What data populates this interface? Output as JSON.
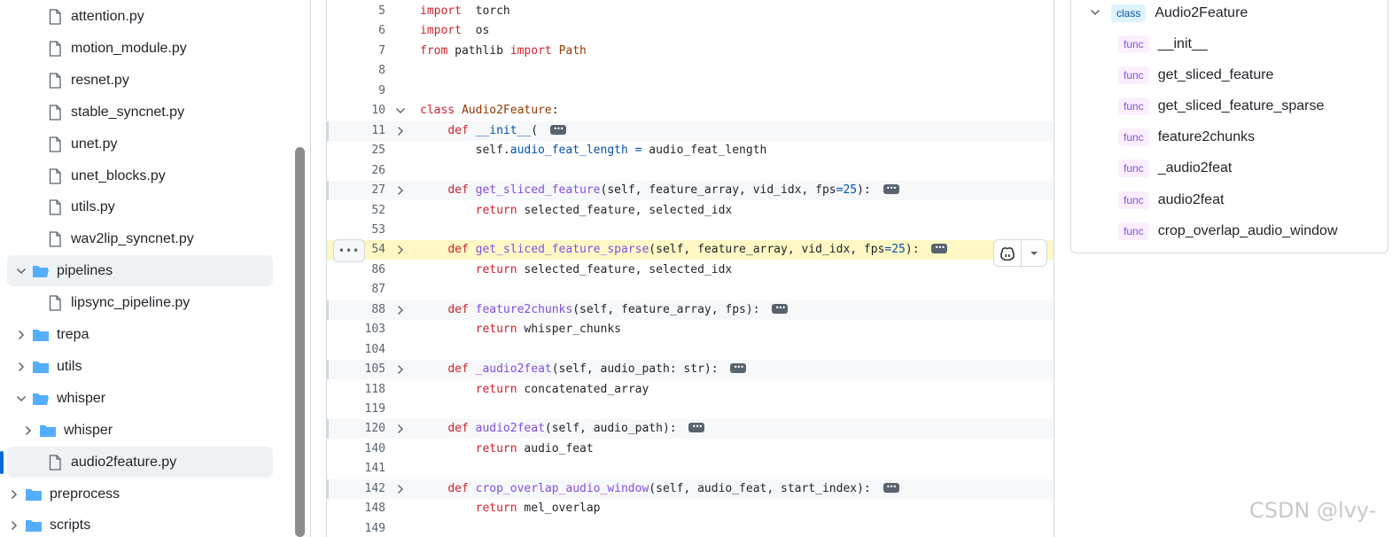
{
  "tree": {
    "items": [
      {
        "label": "attention.py",
        "kind": "file",
        "depth": 2,
        "expanded": false,
        "highlight": false
      },
      {
        "label": "motion_module.py",
        "kind": "file",
        "depth": 2,
        "expanded": false,
        "highlight": false
      },
      {
        "label": "resnet.py",
        "kind": "file",
        "depth": 2,
        "expanded": false,
        "highlight": false
      },
      {
        "label": "stable_syncnet.py",
        "kind": "file",
        "depth": 2,
        "expanded": false,
        "highlight": false
      },
      {
        "label": "unet.py",
        "kind": "file",
        "depth": 2,
        "expanded": false,
        "highlight": false
      },
      {
        "label": "unet_blocks.py",
        "kind": "file",
        "depth": 2,
        "expanded": false,
        "highlight": false
      },
      {
        "label": "utils.py",
        "kind": "file",
        "depth": 2,
        "expanded": false,
        "highlight": false
      },
      {
        "label": "wav2lip_syncnet.py",
        "kind": "file",
        "depth": 2,
        "expanded": false,
        "highlight": false
      },
      {
        "label": "pipelines",
        "kind": "folder",
        "depth": 1,
        "expanded": true,
        "highlight": true
      },
      {
        "label": "lipsync_pipeline.py",
        "kind": "file",
        "depth": 2,
        "expanded": false,
        "highlight": false
      },
      {
        "label": "trepa",
        "kind": "folder",
        "depth": 1,
        "expanded": false,
        "highlight": false
      },
      {
        "label": "utils",
        "kind": "folder",
        "depth": 1,
        "expanded": false,
        "highlight": false
      },
      {
        "label": "whisper",
        "kind": "folder",
        "depth": 1,
        "expanded": true,
        "highlight": false
      },
      {
        "label": "whisper",
        "kind": "folder",
        "depth": 2,
        "expanded": false,
        "highlight": false
      },
      {
        "label": "audio2feature.py",
        "kind": "file",
        "depth": 2,
        "expanded": false,
        "highlight": true
      },
      {
        "label": "preprocess",
        "kind": "folder",
        "depth": 0,
        "expanded": false,
        "highlight": false
      },
      {
        "label": "scripts",
        "kind": "folder",
        "depth": 0,
        "expanded": false,
        "highlight": false
      }
    ]
  },
  "code": {
    "lines": [
      {
        "n": "5",
        "fold": "",
        "style": "",
        "tokens": [
          [
            "kw",
            "import"
          ],
          [
            "",
            "  torch"
          ]
        ]
      },
      {
        "n": "6",
        "fold": "",
        "style": "",
        "tokens": [
          [
            "kw",
            "import"
          ],
          [
            "",
            "  os"
          ]
        ]
      },
      {
        "n": "7",
        "fold": "",
        "style": "",
        "tokens": [
          [
            "kw",
            "from"
          ],
          [
            "",
            " pathlib "
          ],
          [
            "kw",
            "import"
          ],
          [
            "",
            " "
          ],
          [
            "nm",
            "Path"
          ]
        ]
      },
      {
        "n": "8",
        "fold": "",
        "style": "",
        "tokens": []
      },
      {
        "n": "9",
        "fold": "",
        "style": "",
        "tokens": []
      },
      {
        "n": "10",
        "fold": "down",
        "style": "",
        "tokens": [
          [
            "kw",
            "class"
          ],
          [
            "",
            " "
          ],
          [
            "nm",
            "Audio2Feature"
          ],
          [
            "",
            ":"
          ]
        ]
      },
      {
        "n": "11",
        "fold": "right",
        "style": "fold",
        "tokens": [
          [
            "",
            "    "
          ],
          [
            "kw",
            "def"
          ],
          [
            "",
            " "
          ],
          [
            "pr",
            "__init__"
          ],
          [
            "",
            "( "
          ],
          [
            "ell",
            ""
          ]
        ]
      },
      {
        "n": "25",
        "fold": "",
        "style": "",
        "tokens": [
          [
            "",
            "        self."
          ],
          [
            "pr",
            "audio_feat_length"
          ],
          [
            "",
            " "
          ],
          [
            "pr",
            "="
          ],
          [
            "",
            " audio_feat_length"
          ]
        ]
      },
      {
        "n": "26",
        "fold": "",
        "style": "",
        "tokens": []
      },
      {
        "n": "27",
        "fold": "right",
        "style": "fold",
        "tokens": [
          [
            "",
            "    "
          ],
          [
            "kw",
            "def"
          ],
          [
            "",
            " "
          ],
          [
            "fn",
            "get_sliced_feature"
          ],
          [
            "",
            "(self, feature_array, vid_idx, fps"
          ],
          [
            "pr",
            "=25"
          ],
          [
            "",
            "): "
          ],
          [
            "ell",
            ""
          ]
        ]
      },
      {
        "n": "52",
        "fold": "",
        "style": "",
        "tokens": [
          [
            "",
            "        "
          ],
          [
            "kw",
            "return"
          ],
          [
            "",
            " selected_feature, selected_idx"
          ]
        ]
      },
      {
        "n": "53",
        "fold": "",
        "style": "",
        "tokens": []
      },
      {
        "n": "54",
        "fold": "right",
        "style": "sel",
        "tokens": [
          [
            "",
            "    "
          ],
          [
            "kw",
            "def"
          ],
          [
            "",
            " "
          ],
          [
            "fn",
            "get_sliced_feature_sparse"
          ],
          [
            "",
            "(self, feature_array, vid_idx, fps"
          ],
          [
            "pr",
            "=25"
          ],
          [
            "",
            "): "
          ],
          [
            "ell",
            ""
          ]
        ]
      },
      {
        "n": "86",
        "fold": "",
        "style": "",
        "tokens": [
          [
            "",
            "        "
          ],
          [
            "kw",
            "return"
          ],
          [
            "",
            " selected_feature, selected_idx"
          ]
        ]
      },
      {
        "n": "87",
        "fold": "",
        "style": "",
        "tokens": []
      },
      {
        "n": "88",
        "fold": "right",
        "style": "fold",
        "tokens": [
          [
            "",
            "    "
          ],
          [
            "kw",
            "def"
          ],
          [
            "",
            " "
          ],
          [
            "fn",
            "feature2chunks"
          ],
          [
            "",
            "(self, feature_array, fps): "
          ],
          [
            "ell",
            ""
          ]
        ]
      },
      {
        "n": "103",
        "fold": "",
        "style": "",
        "tokens": [
          [
            "",
            "        "
          ],
          [
            "kw",
            "return"
          ],
          [
            "",
            " whisper_chunks"
          ]
        ]
      },
      {
        "n": "104",
        "fold": "",
        "style": "",
        "tokens": []
      },
      {
        "n": "105",
        "fold": "right",
        "style": "fold",
        "tokens": [
          [
            "",
            "    "
          ],
          [
            "kw",
            "def"
          ],
          [
            "",
            " "
          ],
          [
            "fn",
            "_audio2feat"
          ],
          [
            "",
            "(self, audio_path: str): "
          ],
          [
            "ell",
            ""
          ]
        ]
      },
      {
        "n": "118",
        "fold": "",
        "style": "",
        "tokens": [
          [
            "",
            "        "
          ],
          [
            "kw",
            "return"
          ],
          [
            "",
            " concatenated_array"
          ]
        ]
      },
      {
        "n": "119",
        "fold": "",
        "style": "",
        "tokens": []
      },
      {
        "n": "120",
        "fold": "right",
        "style": "fold",
        "tokens": [
          [
            "",
            "    "
          ],
          [
            "kw",
            "def"
          ],
          [
            "",
            " "
          ],
          [
            "fn",
            "audio2feat"
          ],
          [
            "",
            "(self, audio_path): "
          ],
          [
            "ell",
            ""
          ]
        ]
      },
      {
        "n": "140",
        "fold": "",
        "style": "",
        "tokens": [
          [
            "",
            "        "
          ],
          [
            "kw",
            "return"
          ],
          [
            "",
            " audio_feat"
          ]
        ]
      },
      {
        "n": "141",
        "fold": "",
        "style": "",
        "tokens": []
      },
      {
        "n": "142",
        "fold": "right",
        "style": "fold",
        "tokens": [
          [
            "",
            "    "
          ],
          [
            "kw",
            "def"
          ],
          [
            "",
            " "
          ],
          [
            "fn",
            "crop_overlap_audio_window"
          ],
          [
            "",
            "(self, audio_feat, start_index): "
          ],
          [
            "ell",
            ""
          ]
        ]
      },
      {
        "n": "148",
        "fold": "",
        "style": "",
        "tokens": [
          [
            "",
            "        "
          ],
          [
            "kw",
            "return"
          ],
          [
            "",
            " mel_overlap"
          ]
        ]
      },
      {
        "n": "149",
        "fold": "",
        "style": "",
        "tokens": []
      }
    ]
  },
  "symbols": {
    "class_badge": "class",
    "class_name": "Audio2Feature",
    "func_badge": "func",
    "funcs": [
      "__init__",
      "get_sliced_feature",
      "get_sliced_feature_sparse",
      "feature2chunks",
      "_audio2feat",
      "audio2feat",
      "crop_overlap_audio_window"
    ]
  },
  "watermark": "CSDN @lvy-",
  "colors": {
    "accent": "#0969da",
    "folder": "#54aeff",
    "keyword": "#cf222e",
    "function": "#8250df",
    "class_name": "#953800",
    "property": "#0550ae",
    "selected_line": "#fff8c5"
  },
  "icons": {
    "file": "file-icon",
    "folder": "folder-icon",
    "folder_open": "folder-open-icon",
    "line_menu": "kebab-horizontal-icon",
    "copilot": "copilot-icon",
    "dropdown": "triangle-down-icon"
  }
}
